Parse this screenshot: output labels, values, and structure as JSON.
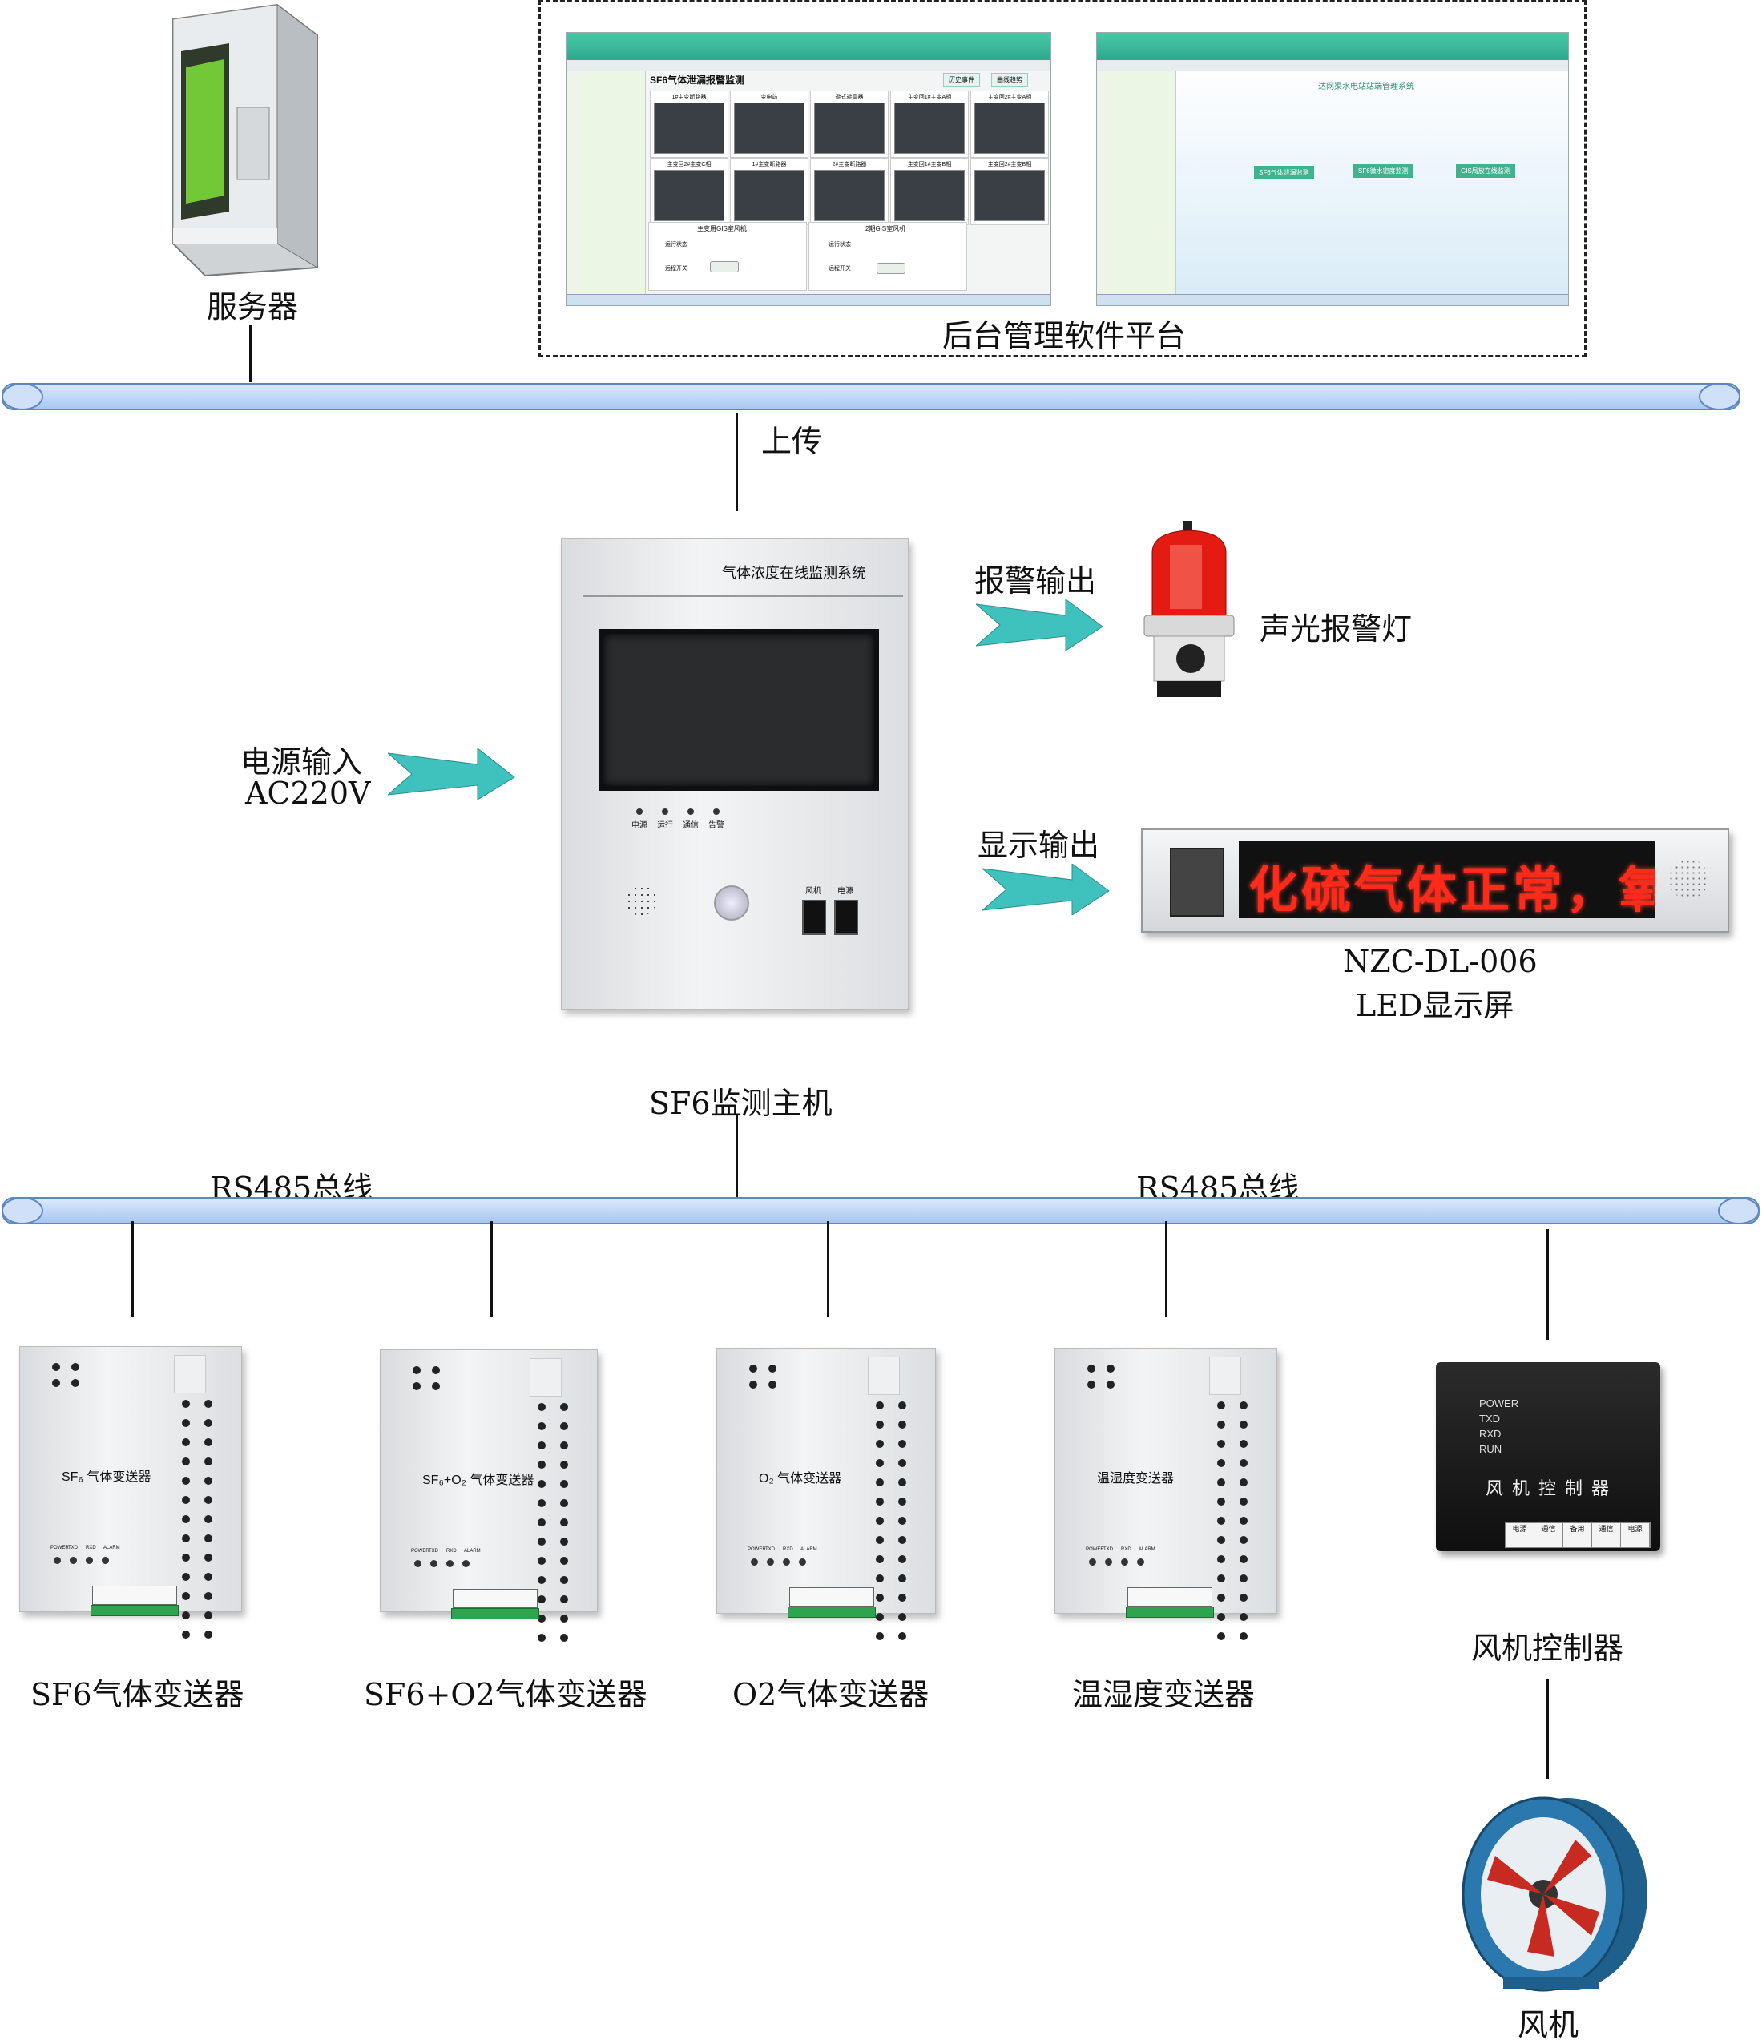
{
  "server": {
    "label": "服务器"
  },
  "software_platform": {
    "label": "后台管理软件平台",
    "screen1": {
      "title": "SF6气体泄漏报警监测",
      "buttons": [
        "历史事件",
        "曲线趋势"
      ],
      "tiles_row1": [
        "1#主变断路器",
        "变电站",
        "避式避雷器",
        "主变回1#主变A相",
        "主变回2#主变A相"
      ],
      "tiles_row2": [
        "主变回2#主变C相",
        "1#主变断路器",
        "2#主变断路器",
        "主变回1#主变B相",
        "主变回2#主变B相"
      ],
      "panels": [
        "主变用GIS室风机",
        "2期GIS室风机"
      ],
      "panel_rows": [
        "运行状态",
        "远程开关"
      ]
    },
    "screen2": {
      "title": "达网渠水电站站端管理系统",
      "buttons": [
        "SF6气体泄漏监测",
        "SF6微水密度监测",
        "GIS局放在线监测"
      ]
    }
  },
  "upload_label": "上传",
  "host": {
    "panel_title": "气体浓度在线监测系统",
    "indicators": [
      "电源",
      "运行",
      "通信",
      "告警"
    ],
    "switches": [
      "风机",
      "电源"
    ],
    "label": "SF6监测主机"
  },
  "power_input": {
    "line1": "电源输入",
    "line2": "AC220V"
  },
  "alarm_output": {
    "arrow_label": "报警输出",
    "device_label": "声光报警灯"
  },
  "display_output": {
    "arrow_label": "显示输出",
    "led_text": "化硫气体正常，氧",
    "model": "NZC-DL-006",
    "device_label": "LED显示屏"
  },
  "bus_labels": [
    "RS485总线",
    "RS485总线"
  ],
  "transmitters": [
    {
      "device_text": "SF₆ 气体变送器",
      "label": "SF6气体变送器"
    },
    {
      "device_text": "SF₆+O₂ 气体变送器",
      "label": "SF6+O2气体变送器"
    },
    {
      "device_text": "O₂ 气体变送器",
      "label": "O2气体变送器"
    },
    {
      "device_text": "温湿度变送器",
      "label": "温湿度变送器"
    }
  ],
  "transmitter_leds": [
    "POWER",
    "TXD",
    "RXD",
    "ALARM"
  ],
  "fan_controller": {
    "leds": [
      "POWER",
      "TXD",
      "RXD",
      "RUN"
    ],
    "title": "风 机 控 制 器",
    "terminals": [
      "电源",
      "通信",
      "备用",
      "通信",
      "电源"
    ],
    "label": "风机控制器"
  },
  "fan": {
    "label": "风机"
  },
  "colors": {
    "arrow": "#3fc1be",
    "bus": "#bcd5f6",
    "led_red": "#ff2a1a"
  }
}
